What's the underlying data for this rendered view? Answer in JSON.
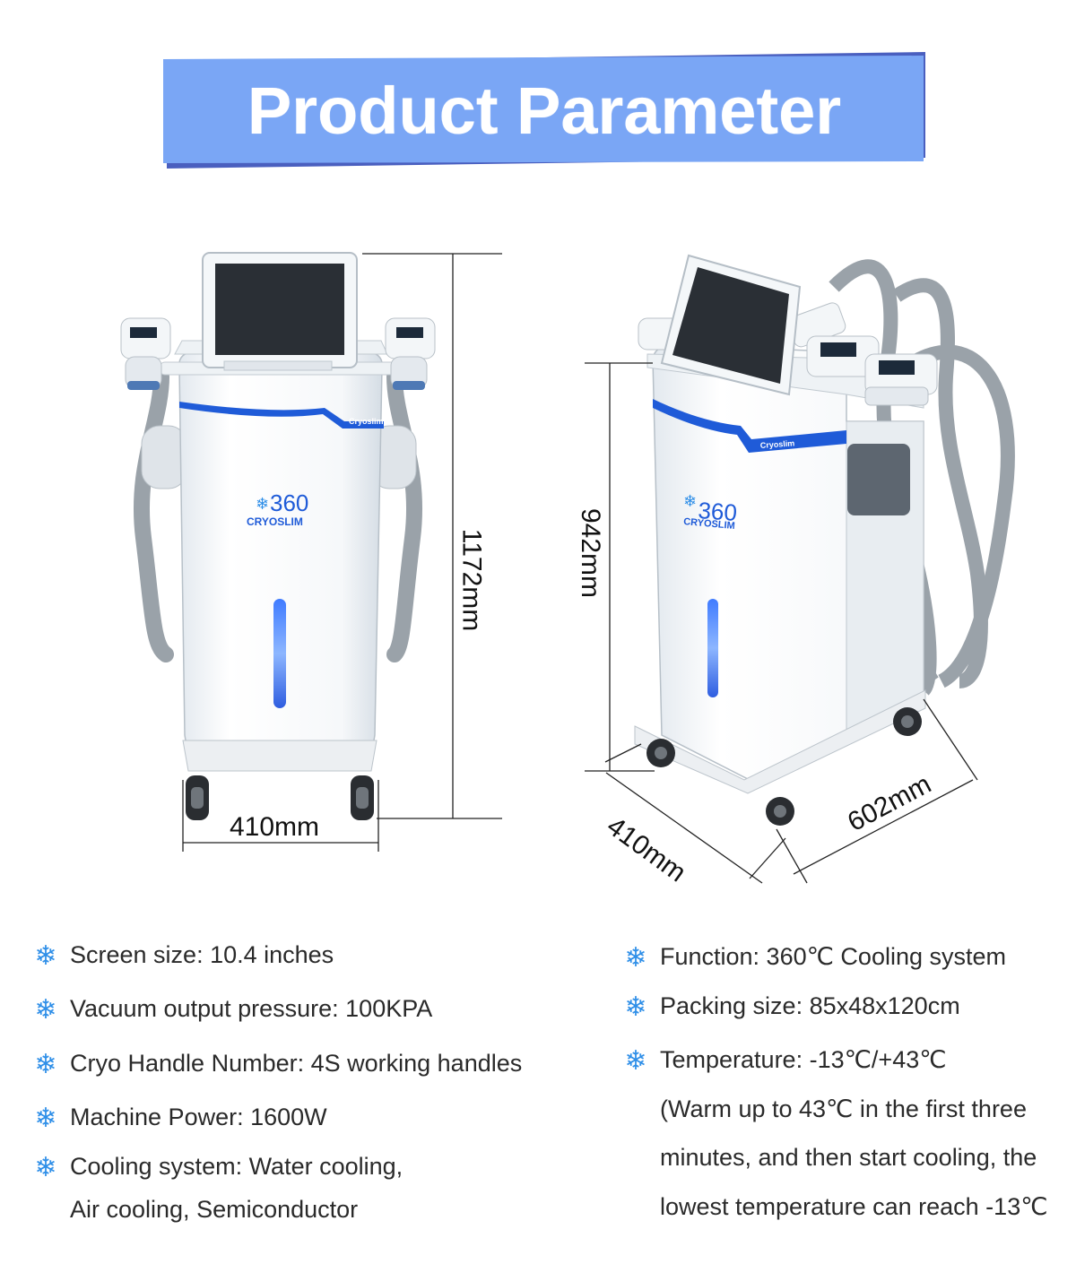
{
  "header": {
    "title": "Product Parameter"
  },
  "colors": {
    "banner_fill": "#7aa6f5",
    "banner_shadow": "#4a5fbf",
    "icon_blue": "#2f8fe8",
    "brand_blue": "#1f5bd8"
  },
  "product": {
    "brand_front_top": "360",
    "brand_front_bottom": "CRYOSLIM",
    "brand_side_top": "360",
    "brand_side_bottom": "CRYOSLIM",
    "band_label": "Cryoslim"
  },
  "dimensions": {
    "front_height": "1172mm",
    "front_width": "410mm",
    "side_height": "942mm",
    "side_depth": "410mm",
    "side_width": "602mm"
  },
  "specs_left": [
    {
      "icon": "snowflake-icon",
      "text": "Screen size: 10.4 inches"
    },
    {
      "icon": "snowflake-icon",
      "text": "Vacuum output pressure: 100KPA"
    },
    {
      "icon": "snowflake-icon",
      "text": "Cryo Handle Number: 4S working handles"
    },
    {
      "icon": "snowflake-icon",
      "text": "Machine Power: 1600W"
    },
    {
      "icon": "snowflake-icon",
      "text": "Cooling system: Water cooling,",
      "continuation": "Air cooling, Semiconductor"
    }
  ],
  "specs_right": [
    {
      "icon": "snowflake-icon",
      "text": "Function: 360℃ Cooling system"
    },
    {
      "icon": "snowflake-icon",
      "text": "Packing size: 85x48x120cm"
    },
    {
      "icon": "snowflake-icon",
      "text": "Temperature: -13℃/+43℃",
      "continuation_lines": [
        "(Warm up to 43℃ in the first three",
        "minutes, and then start cooling, the",
        "lowest temperature can reach -13℃"
      ]
    }
  ]
}
